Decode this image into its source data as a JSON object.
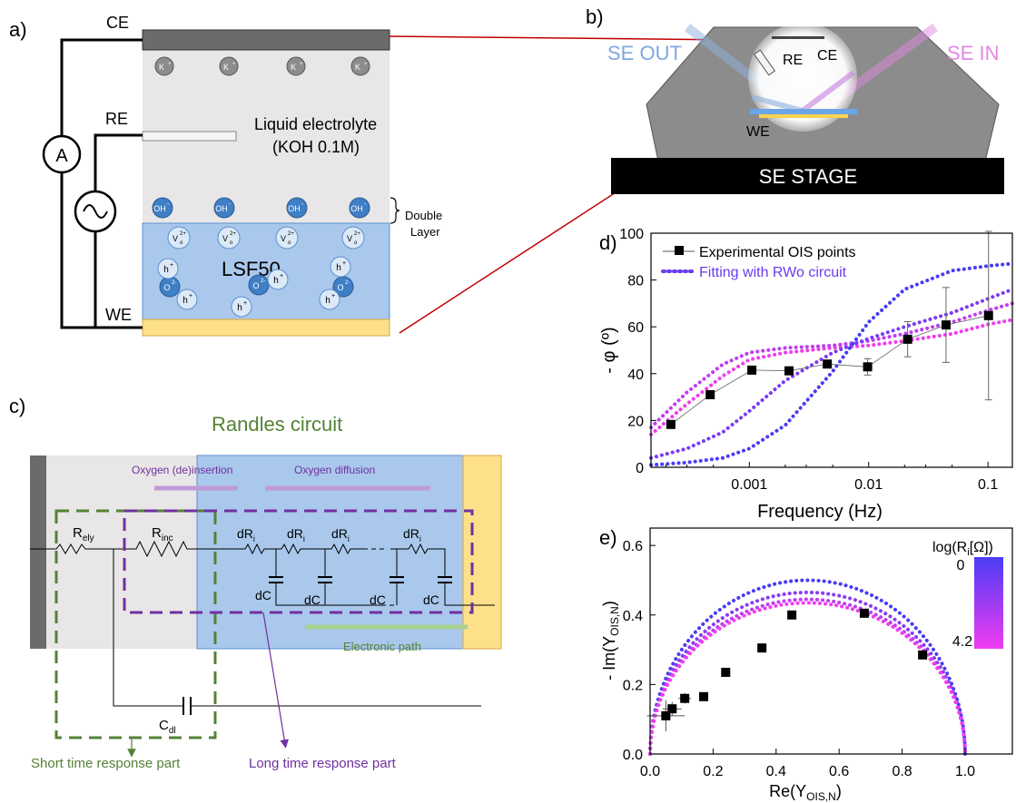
{
  "panels": {
    "a": "a)",
    "b": "b)",
    "c": "c)",
    "d": "d)",
    "e": "e)"
  },
  "panel_a": {
    "ce": "CE",
    "re": "RE",
    "we": "WE",
    "ammeter": "A",
    "electrolyte_line1": "Liquid electrolyte",
    "electrolyte_line2": "(KOH 0.1M)",
    "material": "LSF50",
    "double_layer_1": "Double",
    "double_layer_2": "Layer",
    "k_ion": "K",
    "k_charge": "+",
    "oh_ion": "OH",
    "oh_charge": "-",
    "vo_ion": "V",
    "vo_sub": "o",
    "vo_charge": "2+",
    "h_ion": "h",
    "h_charge": "+",
    "o_ion": "O",
    "o_charge": "2-",
    "colors": {
      "electrode": "#6b6b6b",
      "electrolyte": "#e8e6e7",
      "lsf": "#a9c8ec",
      "gold": "#ffe08a",
      "ion_blue": "#3f7fc6"
    }
  },
  "panel_b": {
    "se_out": "SE OUT",
    "se_in": "SE IN",
    "re": "RE",
    "ce": "CE",
    "we": "WE",
    "stage": "SE STAGE",
    "colors": {
      "se_out": "#8fb0e0",
      "se_in": "#e089e3",
      "cell": "#8c8c8c"
    }
  },
  "panel_c": {
    "title": "Randles circuit",
    "oxygen_insertion": "Oxygen (de)insertion",
    "oxygen_diffusion": "Oxygen diffusion",
    "r_ely_main": "R",
    "r_ely_sub": "ely",
    "r_inc_main": "R",
    "r_inc_sub": "inc",
    "dr_main": "dR",
    "dr_sub": "i",
    "dc": "dC",
    "c_dl_main": "C",
    "c_dl_sub": "dl",
    "electronic_path": "Electronic path",
    "short_time": "Short time response part",
    "long_time": "Long time response part",
    "colors": {
      "green": "#548235",
      "purple": "#7030a0",
      "arrow_purple": "#c09ad8",
      "arrow_green": "#a9d18e"
    }
  },
  "panel_d": {
    "legend_experimental": "Experimental OIS points",
    "legend_fitting": "Fitting with RWo circuit",
    "legend_fitting_color": "#6a3cf0",
    "xlabel": "Frequency (Hz)",
    "ylabel": "- φ (º)",
    "xticks": [
      "0.001",
      "0.01",
      "0.1"
    ],
    "yticks": [
      "0",
      "20",
      "40",
      "60",
      "80",
      "100"
    ]
  },
  "panel_e": {
    "xlabel_main": "Re(Y",
    "xlabel_sub": "OIS,N",
    "xlabel_end": ")",
    "ylabel_main": "- Im(Y",
    "ylabel_sub": "OIS,N",
    "ylabel_end": ")",
    "colorbar_title": "log(R",
    "colorbar_sub": "i",
    "colorbar_unit": "[Ω])",
    "colorbar_top": "0",
    "colorbar_bottom": "4.2",
    "colorbar_top_color": "#4a3cf5",
    "colorbar_bottom_color": "#f03cf0",
    "xticks": [
      "0.0",
      "0.2",
      "0.4",
      "0.6",
      "0.8",
      "1.0"
    ],
    "yticks": [
      "0.0",
      "0.2",
      "0.4",
      "0.6"
    ]
  },
  "chart_data": [
    {
      "type": "scatter",
      "panel": "d",
      "xlabel": "Frequency (Hz)",
      "ylabel": "- φ (º)",
      "xscale": "log",
      "xlim": [
        0.00015,
        0.16
      ],
      "ylim": [
        0,
        100
      ],
      "legend_position": "top-left",
      "series": [
        {
          "name": "Experimental OIS points",
          "x": [
            0.00022,
            0.00047,
            0.00105,
            0.00215,
            0.0045,
            0.0098,
            0.0212,
            0.0445,
            0.101
          ],
          "y": [
            18.3,
            31.0,
            41.5,
            41.2,
            44.1,
            42.9,
            54.7,
            60.8,
            64.8
          ],
          "yerr": [
            0,
            0,
            0,
            0,
            0,
            3.5,
            7.5,
            16,
            36
          ]
        },
        {
          "name": "Fitting with RWo circuit",
          "style": "dotted",
          "curves": [
            {
              "color": "#f03cf0",
              "x": [
                0.00015,
                0.0003,
                0.0006,
                0.001,
                0.002,
                0.005,
                0.01,
                0.02,
                0.05,
                0.1,
                0.16
              ],
              "y": [
                14,
                27,
                39,
                46,
                49,
                51,
                52,
                54,
                57,
                61,
                63
              ]
            },
            {
              "color": "#c03cf2",
              "x": [
                0.00015,
                0.0003,
                0.0006,
                0.001,
                0.002,
                0.005,
                0.01,
                0.02,
                0.05,
                0.1,
                0.16
              ],
              "y": [
                17,
                32,
                44,
                49,
                51,
                52,
                54,
                57,
                62,
                67,
                70
              ]
            },
            {
              "color": "#7a3cf4",
              "x": [
                0.00015,
                0.0003,
                0.0006,
                0.001,
                0.002,
                0.005,
                0.01,
                0.02,
                0.05,
                0.1,
                0.16
              ],
              "y": [
                4,
                8,
                15,
                24,
                37,
                49,
                55,
                60,
                66,
                72,
                76
              ]
            },
            {
              "color": "#4a3cf5",
              "x": [
                0.00015,
                0.0003,
                0.0006,
                0.001,
                0.002,
                0.005,
                0.01,
                0.02,
                0.05,
                0.1,
                0.16
              ],
              "y": [
                1,
                2,
                4,
                8,
                18,
                41,
                62,
                76,
                84,
                86,
                87
              ]
            }
          ]
        }
      ]
    },
    {
      "type": "scatter",
      "panel": "e",
      "xlabel": "Re(YOIS,N)",
      "ylabel": "- Im(YOIS,N)",
      "xlim": [
        0,
        1.15
      ],
      "ylim": [
        0,
        0.65
      ],
      "series": [
        {
          "name": "Experimental OIS points",
          "x": [
            0.05,
            0.07,
            0.11,
            0.17,
            0.24,
            0.355,
            0.45,
            0.68,
            0.865
          ],
          "y": [
            0.11,
            0.13,
            0.16,
            0.165,
            0.235,
            0.305,
            0.4,
            0.405,
            0.285
          ],
          "xerr": [
            0.06,
            0.03,
            0.02,
            0,
            0,
            0,
            0,
            0,
            0
          ],
          "yerr": [
            0.045,
            0.02,
            0.015,
            0,
            0,
            0,
            0,
            0,
            0
          ]
        },
        {
          "name": "Fitting with RWo circuit",
          "style": "dotted",
          "arcs": [
            {
              "color": "#4a3cf5",
              "peak": 0.5
            },
            {
              "color": "#8a3cf3",
              "peak": 0.465
            },
            {
              "color": "#c03cf2",
              "peak": 0.445
            },
            {
              "color": "#f03cf0",
              "peak": 0.435
            }
          ]
        }
      ]
    }
  ]
}
